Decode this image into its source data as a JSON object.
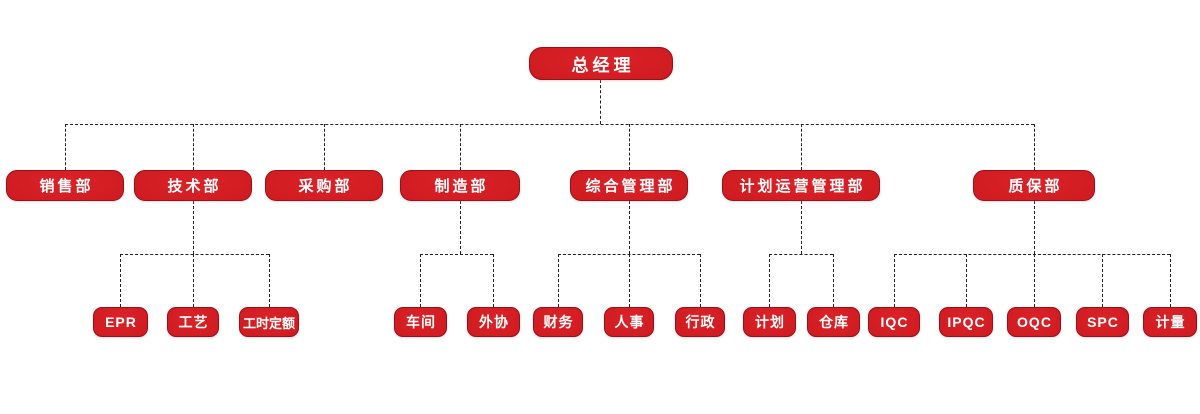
{
  "palette": {
    "node_fill": "#ce1a20",
    "node_fill_dark": "#a8121a",
    "node_border": "#9a1016",
    "node_text": "#ffffff",
    "connector_color": "#222222",
    "background": "#ffffff"
  },
  "org": {
    "root": {
      "label": "总经理"
    },
    "departments": [
      {
        "label": "销售部",
        "children": []
      },
      {
        "label": "技术部",
        "children": [
          {
            "label": "EPR"
          },
          {
            "label": "工艺"
          },
          {
            "label": "工时定额"
          }
        ]
      },
      {
        "label": "采购部",
        "children": []
      },
      {
        "label": "制造部",
        "children": [
          {
            "label": "车间"
          },
          {
            "label": "外协"
          }
        ]
      },
      {
        "label": "综合管理部",
        "children": [
          {
            "label": "财务"
          },
          {
            "label": "人事"
          },
          {
            "label": "行政"
          }
        ]
      },
      {
        "label": "计划运营管理部",
        "children": [
          {
            "label": "计划"
          },
          {
            "label": "仓库"
          }
        ]
      },
      {
        "label": "质保部",
        "children": [
          {
            "label": "IQC"
          },
          {
            "label": "IPQC"
          },
          {
            "label": "OQC"
          },
          {
            "label": "SPC"
          },
          {
            "label": "计量"
          }
        ]
      }
    ]
  }
}
